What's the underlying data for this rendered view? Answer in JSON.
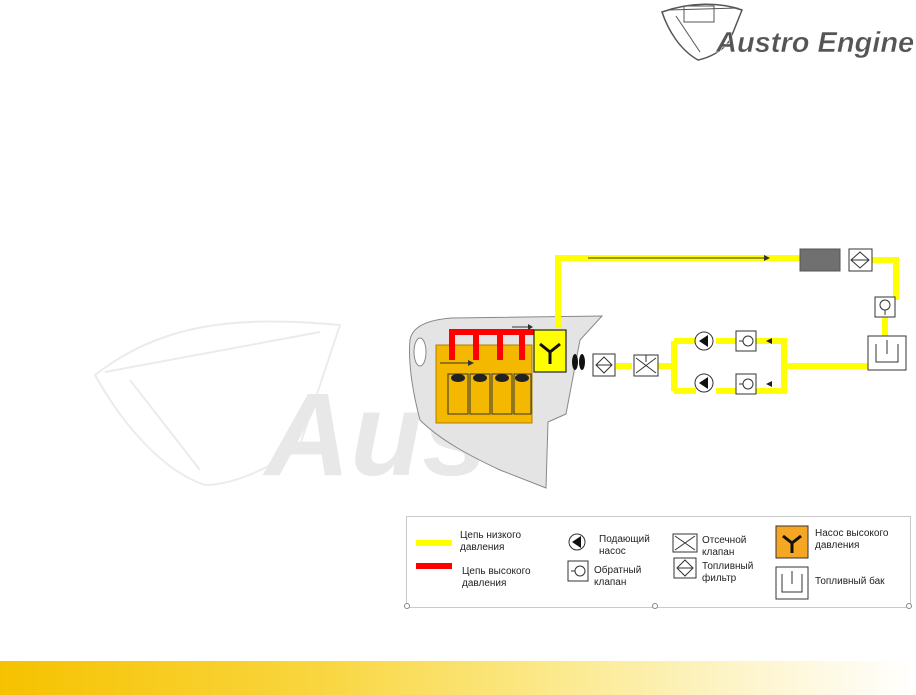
{
  "header": {
    "logo_text": "Austro Engine",
    "watermark_text": "Aus"
  },
  "colors": {
    "low_pressure": "#ffff00",
    "high_pressure": "#ff0000",
    "engine_block": "#f5b800",
    "pump_highlight": "#f5a623",
    "filter_dark": "#707070",
    "band_start": "#f6c200"
  },
  "legend": {
    "low_pressure": "Цепь низкого\nдавления",
    "high_pressure": "Цепь высокого\nдавления",
    "feed_pump": "Подающий\nнасос",
    "check_valve": "Обратный\nклапан",
    "shutoff_valve": "Отсечной\nклапан",
    "fuel_filter": "Топливный\nфильтр",
    "hp_pump": "Насос высокого\nдавления",
    "fuel_tank": "Топливный бак"
  }
}
